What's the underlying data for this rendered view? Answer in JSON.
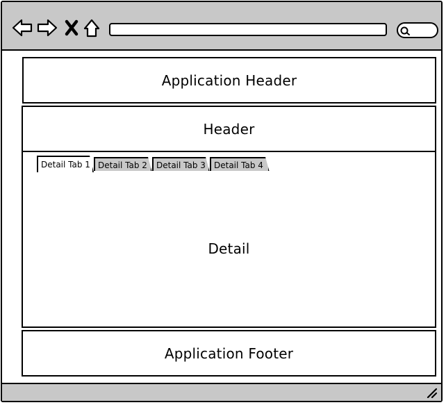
{
  "browser": {
    "toolbar_icons": [
      "back-arrow-icon",
      "forward-arrow-icon",
      "close-x-icon",
      "home-icon"
    ],
    "address_bar": {
      "value": "",
      "placeholder": ""
    },
    "search_icon": "magnifier-icon"
  },
  "page": {
    "app_header": "Application Header",
    "header": "Header",
    "tabs": [
      {
        "label": "Detail Tab 1",
        "active": true
      },
      {
        "label": "Detail Tab 2",
        "active": false
      },
      {
        "label": "Detail Tab 3",
        "active": false
      },
      {
        "label": "Detail Tab 4",
        "active": false
      }
    ],
    "detail": "Detail",
    "app_footer": "Application Footer"
  },
  "colors": {
    "chrome": "#c8c8c8",
    "border": "#000000",
    "canvas": "#ffffff"
  }
}
